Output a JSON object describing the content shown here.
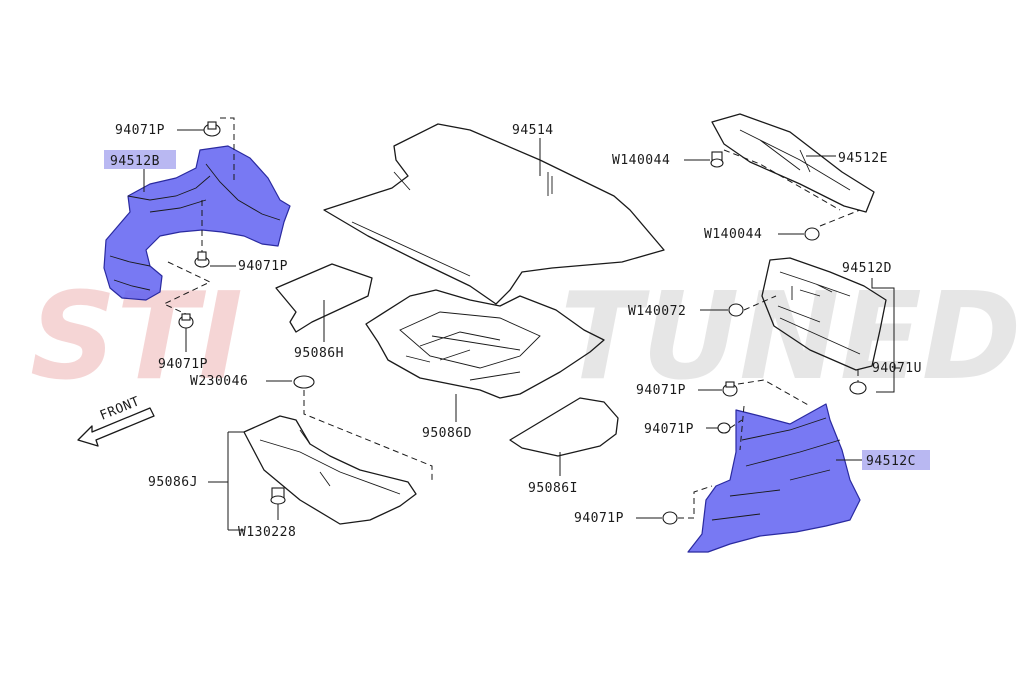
{
  "watermark": {
    "left": "STI",
    "right": "TUNED",
    "left_color": "#e8a2a2",
    "right_color": "#c8c8c8"
  },
  "direction": {
    "label": "FRONT"
  },
  "highlight_color": "#5a5cf0",
  "labels": {
    "p94071P_a": "94071P",
    "p94512B": "94512B",
    "p94071P_b": "94071P",
    "p94071P_c": "94071P",
    "p94514": "94514",
    "p95086H": "95086H",
    "pW230046": "W230046",
    "p95086D": "95086D",
    "p95086J": "95086J",
    "pW130228": "W130228",
    "p95086I": "95086I",
    "pW140044_a": "W140044",
    "p94512E": "94512E",
    "pW140044_b": "W140044",
    "p94512D": "94512D",
    "pW140072": "W140072",
    "p94071U": "94071U",
    "p94071P_d": "94071P",
    "p94071P_e": "94071P",
    "p94512C": "94512C",
    "p94071P_f": "94071P"
  }
}
